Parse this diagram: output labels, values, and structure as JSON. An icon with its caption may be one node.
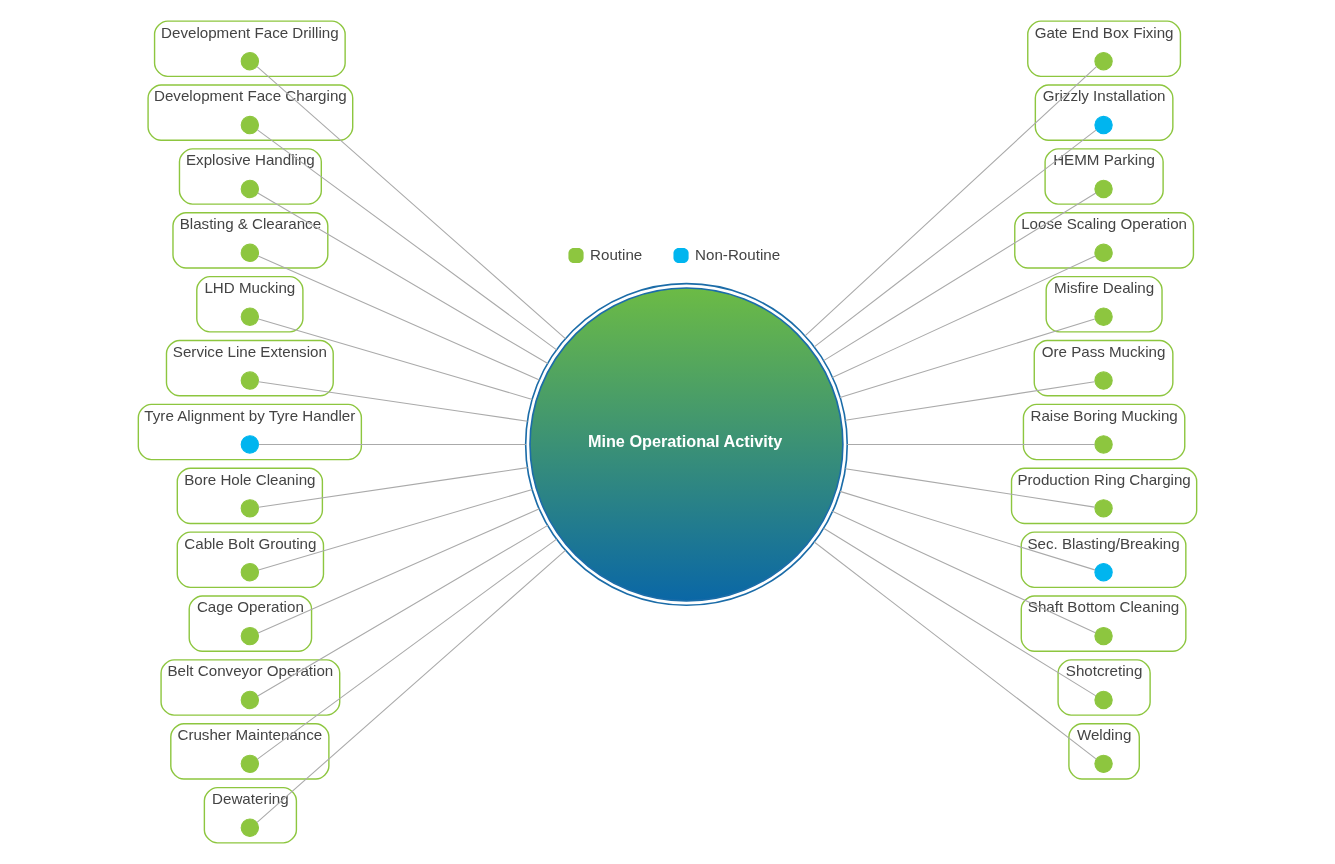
{
  "diagram": {
    "nodes": [
      {
        "text": [
          "Mine Operational Activity"
        ]
      },
      {
        "text": [
          "Development Face Drilling"
        ]
      },
      {
        "text": [],
        "shape": "circle",
        "in": 1
      },
      {
        "text": [
          "Development Face Charging"
        ]
      },
      {
        "text": [],
        "shape": "circle",
        "in": 3
      },
      {
        "text": [
          "Explosive Handling"
        ]
      },
      {
        "text": [],
        "shape": "circle",
        "in": 5
      },
      {
        "text": [
          "Blasting & Clearance"
        ]
      },
      {
        "text": [],
        "shape": "circle",
        "in": 7
      },
      {
        "text": [
          "LHD Mucking"
        ]
      },
      {
        "text": [],
        "shape": "circle",
        "in": 9
      },
      {
        "text": [
          "Service Line Extension"
        ]
      },
      {
        "text": [],
        "shape": "circle",
        "in": 11
      },
      {
        "text": [
          "Tyre Alignment by Tyre Handler"
        ]
      },
      {
        "text": [],
        "shape": "circle",
        "in": 13
      },
      {
        "text": [
          "Bore Hole Cleaning"
        ]
      },
      {
        "text": [],
        "shape": "circle",
        "in": 15
      },
      {
        "text": [
          "Cable Bolt Grouting"
        ]
      },
      {
        "text": [],
        "shape": "circle",
        "in": 17
      },
      {
        "text": [
          "Cage Operation"
        ]
      },
      {
        "text": [],
        "shape": "circle",
        "in": 19
      },
      {
        "text": [
          "Belt Conveyor Operation"
        ]
      },
      {
        "text": [],
        "shape": "circle",
        "in": 21
      },
      {
        "text": [
          "Crusher Maintenance"
        ]
      },
      {
        "text": [],
        "shape": "circle",
        "in": 23
      },
      {
        "text": [
          "Dewatering"
        ]
      },
      {
        "text": [],
        "shape": "circle",
        "in": 25
      },
      {
        "text": [
          "Gate End Box Fixing"
        ]
      },
      {
        "text": [],
        "shape": "circle",
        "in": 27
      },
      {
        "text": [
          "Grizzly Installation"
        ]
      },
      {
        "text": [],
        "shape": "circle",
        "in": 29
      },
      {
        "text": [
          "HEMM Parking"
        ]
      },
      {
        "text": [],
        "shape": "circle",
        "in": 31
      },
      {
        "text": [
          "Loose Scaling Operation"
        ]
      },
      {
        "text": [],
        "shape": "circle",
        "in": 33
      },
      {
        "text": [
          "Misfire Dealing"
        ]
      },
      {
        "text": [],
        "shape": "circle",
        "in": 35
      },
      {
        "text": [
          "Ore Pass Mucking"
        ]
      },
      {
        "text": [],
        "shape": "circle",
        "in": 37
      },
      {
        "text": [
          "Raise Boring Mucking"
        ]
      },
      {
        "text": [],
        "shape": "circle",
        "in": 39
      },
      {
        "text": [
          "Production Ring Charging"
        ]
      },
      {
        "text": [],
        "shape": "circle",
        "in": 41
      },
      {
        "text": [
          "Sec. Blasting/Breaking"
        ]
      },
      {
        "text": [],
        "shape": "circle",
        "in": 43
      },
      {
        "text": [
          "Shaft Bottom Cleaning"
        ]
      },
      {
        "text": [],
        "shape": "circle",
        "in": 45
      },
      {
        "text": [
          "Shotcreting"
        ]
      },
      {
        "text": [],
        "shape": "circle",
        "in": 47
      },
      {
        "text": [
          "Welding"
        ]
      },
      {
        "text": [],
        "shape": "circle",
        "in": 49
      }
    ],
    "edges": [
      {
        "from": 2,
        "to": 0,
        "arrow": "none"
      },
      {
        "from": 4,
        "to": 0,
        "arrow": "none"
      },
      {
        "from": 6,
        "to": 0,
        "arrow": "none"
      },
      {
        "from": 8,
        "to": 0,
        "arrow": "none"
      },
      {
        "from": 10,
        "to": 0,
        "arrow": "none"
      },
      {
        "from": 12,
        "to": 0,
        "arrow": "none"
      },
      {
        "from": 14,
        "to": 0,
        "arrow": "none"
      },
      {
        "from": 16,
        "to": 0,
        "arrow": "none"
      },
      {
        "from": 18,
        "to": 0,
        "arrow": "none"
      },
      {
        "from": 20,
        "to": 0,
        "arrow": "none"
      },
      {
        "from": 22,
        "to": 0,
        "arrow": "none"
      },
      {
        "from": 24,
        "to": 0,
        "arrow": "none"
      },
      {
        "from": 26,
        "to": 0,
        "arrow": "none"
      },
      {
        "from": 0,
        "to": 28,
        "arrow": "none"
      },
      {
        "from": 0,
        "to": 30,
        "arrow": "none"
      },
      {
        "from": 0,
        "to": 32,
        "arrow": "none"
      },
      {
        "from": 0,
        "to": 34,
        "arrow": "none"
      },
      {
        "from": 0,
        "to": 36,
        "arrow": "none"
      },
      {
        "from": 0,
        "to": 38,
        "arrow": "none"
      },
      {
        "from": 0,
        "to": 40,
        "arrow": "none"
      },
      {
        "from": 0,
        "to": 42,
        "arrow": "none"
      },
      {
        "from": 0,
        "to": 44,
        "arrow": "none"
      },
      {
        "from": 0,
        "to": 46,
        "arrow": "none"
      },
      {
        "from": 0,
        "to": 48,
        "arrow": "none"
      },
      {
        "from": 0,
        "to": 50,
        "arrow": "none"
      }
    ],
    "legend": [
      {
        "text": "Routine",
        "color": "#8dc63f"
      },
      {
        "text": "Non-Routine",
        "color": "#00b5ef"
      }
    ]
  }
}
